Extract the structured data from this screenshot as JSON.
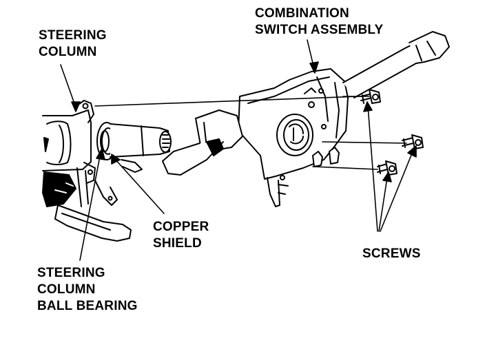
{
  "colors": {
    "ink": "#000000",
    "background": "#ffffff"
  },
  "labels": {
    "steering_column": {
      "line1": "STEERING",
      "line2": "COLUMN"
    },
    "combination_switch": {
      "line1": "COMBINATION",
      "line2": "SWITCH ASSEMBLY"
    },
    "copper_shield": {
      "line1": "COPPER",
      "line2": "SHIELD"
    },
    "screws": {
      "line1": "SCREWS"
    },
    "ball_bearing": {
      "line1": "STEERING",
      "line2": "COLUMN",
      "line3": "BALL BEARING"
    }
  }
}
